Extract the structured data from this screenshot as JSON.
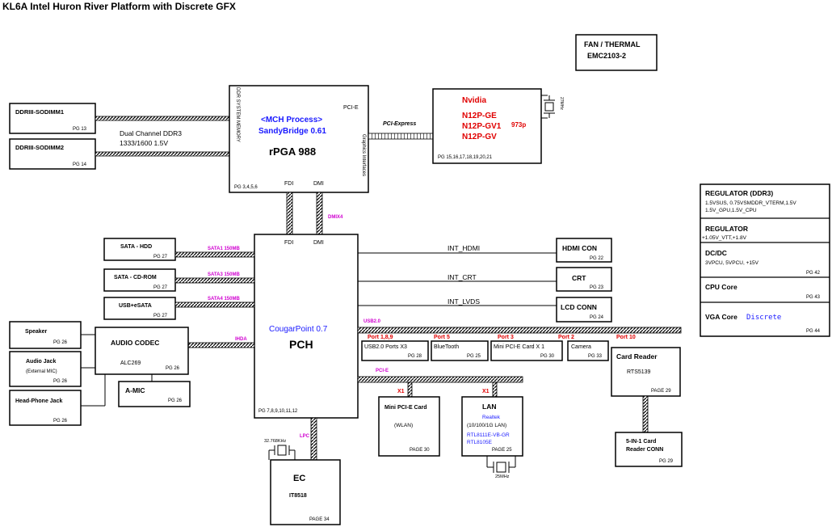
{
  "title": "KL6A Intel Huron River Platform with Discrete GFX",
  "fan": {
    "line1": "FAN / THERMAL",
    "line2": "EMC2103-2"
  },
  "dimm1": {
    "label": "DDRIII-SODIMM1",
    "pg": "PG 13"
  },
  "dimm2": {
    "label": "DDRIII-SODIMM2",
    "pg": "PG 14"
  },
  "ddr_bus": {
    "line1": "Dual Channel DDR3",
    "line2": "1333/1600  1.5V"
  },
  "cpu": {
    "ddr_side": "DDR SYSTEM MEMORY",
    "gfx_side": "Graphics Interfaces",
    "pcie": "PCI-E",
    "mch_line1": "<MCH Process>",
    "mch_line2": "SandyBridge 0.61",
    "package": "rPGA 988",
    "fdi": "FDI",
    "dmi": "DMI",
    "pg": "PG 3,4,5,6"
  },
  "pcie_bus": "PCI-Express",
  "gpu": {
    "vendor": "Nvidia",
    "m1": "N12P-GE",
    "m2": "N12P-GV1",
    "m3": "N12P-GV",
    "pkg": "973p",
    "pg": "PG 15,16,17,18,19,20,21",
    "xtal": "27MHz"
  },
  "dmi_link": "DMIX4",
  "pch": {
    "fdi": "FDI",
    "dmi": "DMI",
    "codename": "CougarPoint 0.7",
    "name": "PCH",
    "pg": "PG 7,8,9,10,11,12"
  },
  "sata_hdd": {
    "label": "SATA - HDD",
    "pg": "PG 27",
    "bus": "SATA1 150MB"
  },
  "sata_cd": {
    "label": "SATA - CD-ROM",
    "pg": "PG 27",
    "bus": "SATA3 150MB"
  },
  "usb_esata": {
    "label": "USB+eSATA",
    "pg": "PG 27",
    "bus": "SATA4 150MB"
  },
  "ihda": "IHDA",
  "speaker": {
    "label": "Speaker",
    "pg": "PG 26"
  },
  "audio_jack": {
    "label": "Audio Jack",
    "sub": "(External MIC)",
    "pg": "PG 26"
  },
  "headphone": {
    "label": "Head-Phone Jack",
    "pg": "PG 26"
  },
  "codec": {
    "label": "AUDIO CODEC",
    "chip": "ALC269",
    "pg": "PG 26"
  },
  "amic": {
    "label": "A-MIC",
    "pg": "PG 26"
  },
  "hdmi": {
    "label": "HDMI CON",
    "pg": "PG 22",
    "sig": "INT_HDMI"
  },
  "crt": {
    "label": "CRT",
    "pg": "PG 23",
    "sig": "INT_CRT"
  },
  "lcd": {
    "label": "LCD CONN",
    "pg": "PG 24",
    "sig": "INT_LVDS"
  },
  "usb": {
    "bus": "USB2.0",
    "port_a": "Port 1,8,9",
    "port_b": "Port 5",
    "port_c": "Port 3",
    "port_d": "Port 2",
    "port_e": "Port 10",
    "usb_ports": {
      "label": "USB2.0 Ports X3",
      "pg": "PG 28"
    },
    "bt": {
      "label": "BlueTooth",
      "pg": "PG 25"
    },
    "minicard1": {
      "label": "Mini PCI-E Card X 1",
      "pg": "PG 30"
    },
    "camera": {
      "label": "Camera",
      "pg": "PG 33"
    }
  },
  "card_reader": {
    "label": "Card Reader",
    "chip": "RTS5139",
    "pg": "PAGE 29"
  },
  "card_conn": {
    "line1": "5-IN-1 Card",
    "line2": "Reader CONN",
    "pg": "PG 29"
  },
  "pcie2": {
    "bus": "PCI-E",
    "x1a": "X1",
    "x1b": "X1"
  },
  "wlan": {
    "label": "Mini PCI-E Card",
    "sub": "(WLAN)",
    "pg": "PAGE 30"
  },
  "lan": {
    "label": "LAN",
    "vendor": "Realtek",
    "speed": "(10/100/1G LAN)",
    "chip1": "RTL8111E-VB-GR",
    "chip2": "RTL8105E",
    "pg": "PAGE 25",
    "xtal": "25MHz"
  },
  "lpc": "LPC",
  "ec": {
    "label": "EC",
    "chip": "IT8518",
    "pg": "PAGE 34",
    "xtal": "32.768KHz"
  },
  "regulators": {
    "r1_title": "REGULATOR (DDR3)",
    "r1_l1": "1.5VSUS, 0.75VSMDDR_VTERM,1.5V",
    "r1_l2": "1.5V_GPU,1.5V_CPU",
    "r2_title": "REGULATOR",
    "r2_l1": "+1.05V_VTT,+1.8V",
    "r3_title": "DC/DC",
    "r3_l1": "3VPCU, 5VPCU, +15V",
    "r3_pg": "PG 42",
    "r4_title": "CPU Core",
    "r4_pg": "PG 43",
    "r5_title": "VGA Core",
    "r5_sub": "Discrete",
    "r5_pg": "PG 44"
  },
  "colors": {
    "blue": "#1a1aff",
    "red": "#e00000",
    "magenta": "#d000d0",
    "bus": "#555555"
  }
}
